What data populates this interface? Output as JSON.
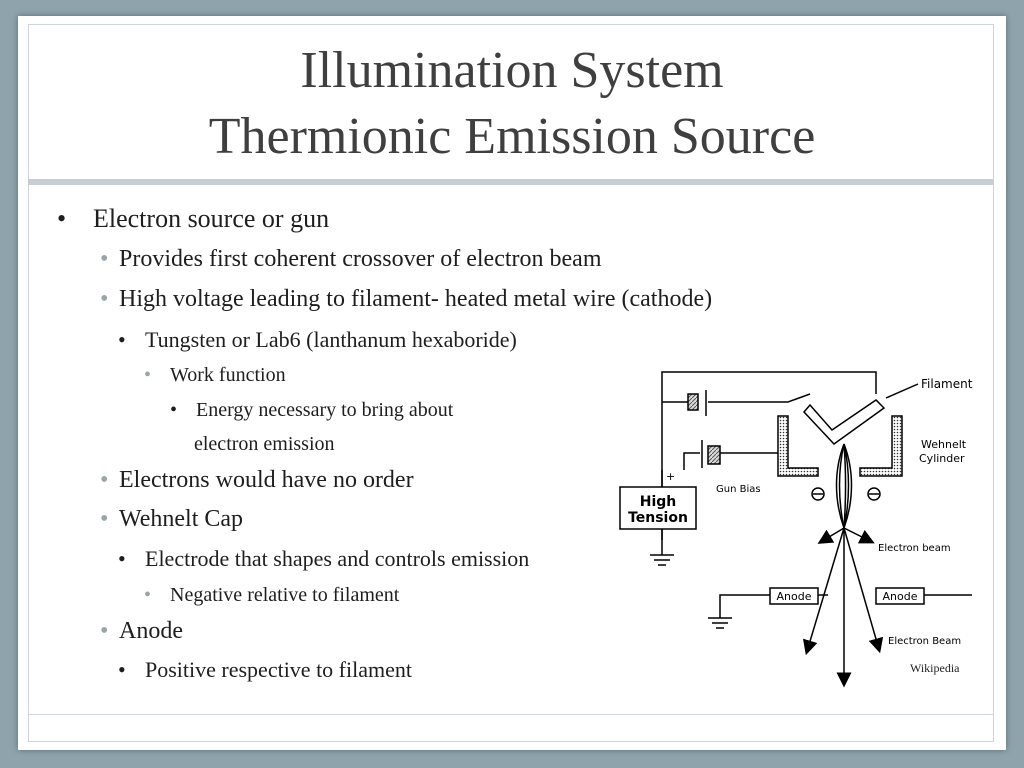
{
  "slide": {
    "title_line1": "Illumination System",
    "title_line2": "Thermionic Emission Source",
    "bullets": [
      {
        "text": "Electron source or gun"
      },
      {
        "text": "Provides first coherent crossover of electron beam"
      },
      {
        "text": "High voltage leading to filament- heated metal wire (cathode)"
      },
      {
        "text": "Tungsten or Lab6 (lanthanum hexaboride)"
      },
      {
        "text": "Work function"
      },
      {
        "text": "Energy necessary to bring about"
      },
      {
        "text": "electron emission"
      },
      {
        "text": "Electrons would have no order"
      },
      {
        "text": "Wehnelt Cap"
      },
      {
        "text": "Electrode that shapes and controls emission"
      },
      {
        "text": "Negative relative to filament"
      },
      {
        "text": "Anode"
      },
      {
        "text": "Positive respective to filament"
      }
    ],
    "bullet_char": "•",
    "credit": "Wikipedia"
  },
  "diagram": {
    "filament": "Filament",
    "wehnelt_line1": "Wehnelt",
    "wehnelt_line2": "Cylinder",
    "gun_bias": "Gun Bias",
    "high_line1": "High",
    "high_line2": "Tension",
    "plus": "+",
    "electron_beam_top": "Electron beam",
    "electron_beam_bottom": "Electron Beam",
    "anode_left": "Anode",
    "anode_right": "Anode",
    "minus": "⊖"
  },
  "colors": {
    "background": "#8fa3ac",
    "title": "#3f3f3f",
    "sub_bullet": "#9aa4a9",
    "divider": "#c6ced3"
  }
}
